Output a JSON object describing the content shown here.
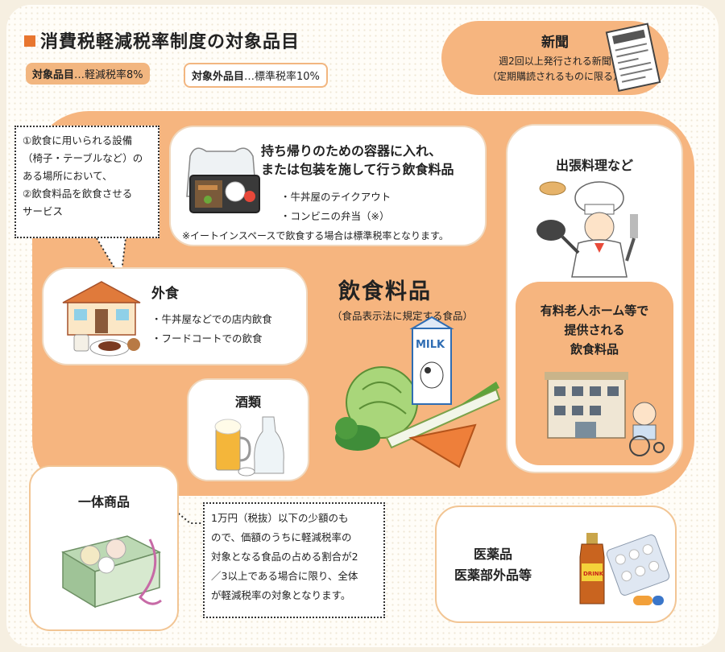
{
  "title": "消費税軽減税率制度の対象品目",
  "legend": {
    "target_label": "対象品目",
    "target_desc": "…軽減税率8%",
    "non_target_label": "対象外品目",
    "non_target_desc": "…標準税率10%"
  },
  "newspaper": {
    "title": "新聞",
    "line1": "週2回以上発行される新聞",
    "line2": "（定期購読されるものに限る）"
  },
  "takeout": {
    "title_line1": "持ち帰りのための容器に入れ、",
    "title_line2": "または包装を施して行う飲食料品",
    "item1": "・牛丼屋のテイクアウト",
    "item2": "・コンビニの弁当（※）",
    "note": "※イートインスペースで飲食する場合は標準税率となります。"
  },
  "callout_dining": {
    "line1": "①飲食に用いられる設備",
    "line2": "（椅子・テーブルなど）の",
    "line3": "ある場所において、",
    "line4": "②飲食料品を飲食させる",
    "line5": "サービス"
  },
  "dining_out": {
    "title": "外食",
    "item1": "・牛丼屋などでの店内飲食",
    "item2": "・フードコートでの飲食"
  },
  "food": {
    "title": "飲食料品",
    "subtitle": "（食品表示法に規定する食品）"
  },
  "alcohol": {
    "title": "酒類"
  },
  "catering": {
    "title": "出張料理など"
  },
  "nursing_home": {
    "line1": "有料老人ホーム等で",
    "line2": "提供される",
    "line3": "飲食料品"
  },
  "bundle": {
    "title": "一体商品"
  },
  "callout_bundle": {
    "line1": "1万円（税抜）以下の少額のも",
    "line2": "ので、価額のうちに軽減税率の",
    "line3": "対象となる食品の占める割合が2",
    "line4": "／3以上である場合に限り、全体",
    "line5": "が軽減税率の対象となります。"
  },
  "medicine": {
    "line1": "医薬品",
    "line2": "医薬部外品等"
  },
  "illustration_labels": {
    "milk": "MILK",
    "drink": "DRINK"
  },
  "colors": {
    "target_fill": "#f6b57f",
    "accent_square": "#e8762f",
    "non_target_border": "#f2c594"
  }
}
